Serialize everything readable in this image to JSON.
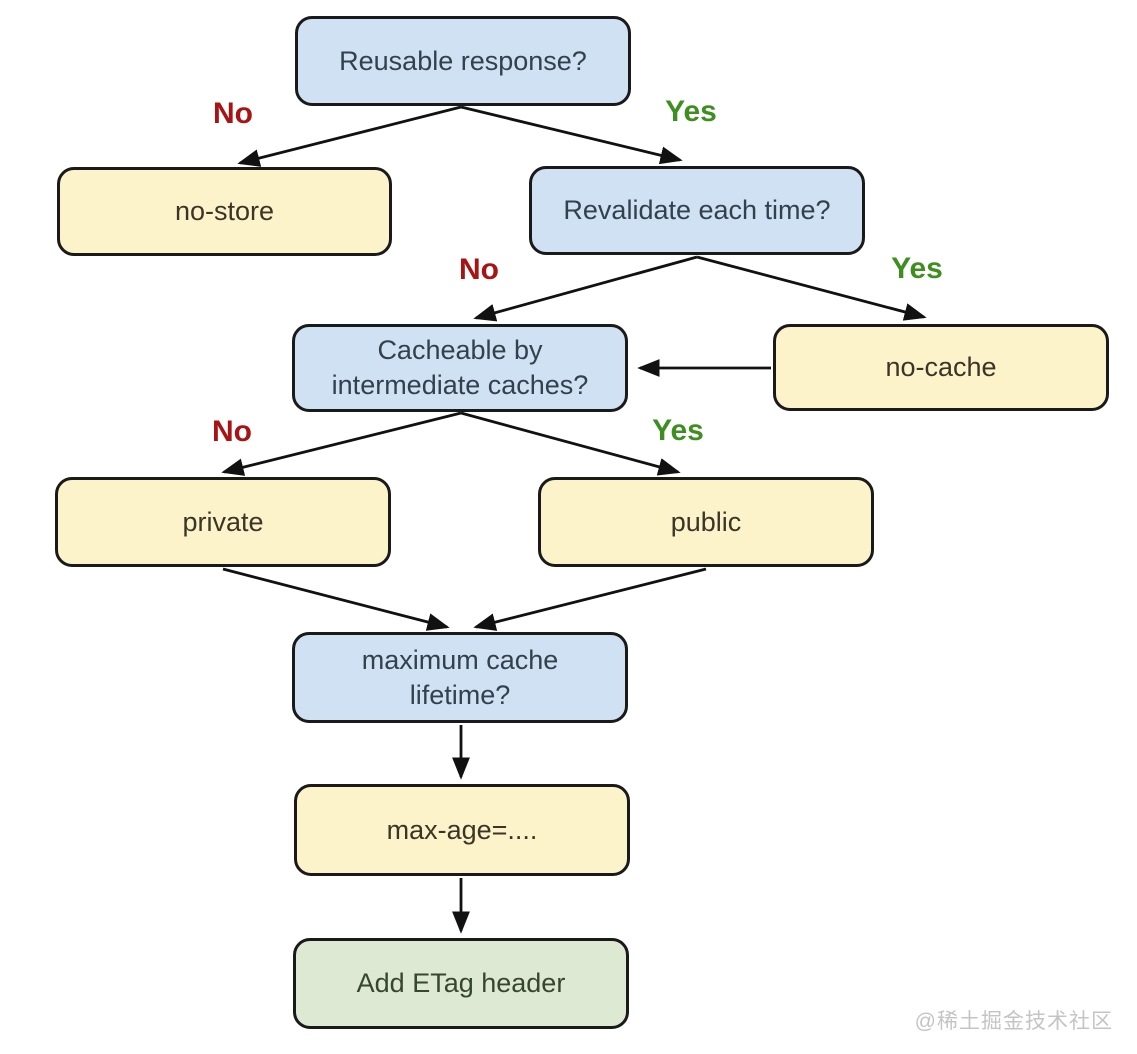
{
  "nodes": {
    "reusable": {
      "label": "Reusable response?"
    },
    "no_store": {
      "label": "no-store"
    },
    "revalidate": {
      "label": "Revalidate each time?"
    },
    "no_cache": {
      "label": "no-cache"
    },
    "cacheable": {
      "label": "Cacheable by intermediate caches?"
    },
    "private_node": {
      "label": "private"
    },
    "public_node": {
      "label": "public"
    },
    "max_lifetime": {
      "label": "maximum cache lifetime?"
    },
    "max_age": {
      "label": "max-age=...."
    },
    "etag": {
      "label": "Add ETag header"
    }
  },
  "edge_labels": {
    "reusable_no": "No",
    "reusable_yes": "Yes",
    "revalidate_no": "No",
    "revalidate_yes": "Yes",
    "cacheable_no": "No",
    "cacheable_yes": "Yes"
  },
  "colors": {
    "question_fill": "#cfe1f2",
    "directive_fill": "#fdf3cb",
    "final_fill": "#dee9d4",
    "border": "#1a1a1a",
    "arrow": "#111111",
    "no_label": "#a81414",
    "yes_label": "#3e8e20",
    "question_text": "#33414e",
    "directive_text": "#3a3526",
    "final_text": "#36462f"
  },
  "watermark": "@稀土掘金技术社区"
}
